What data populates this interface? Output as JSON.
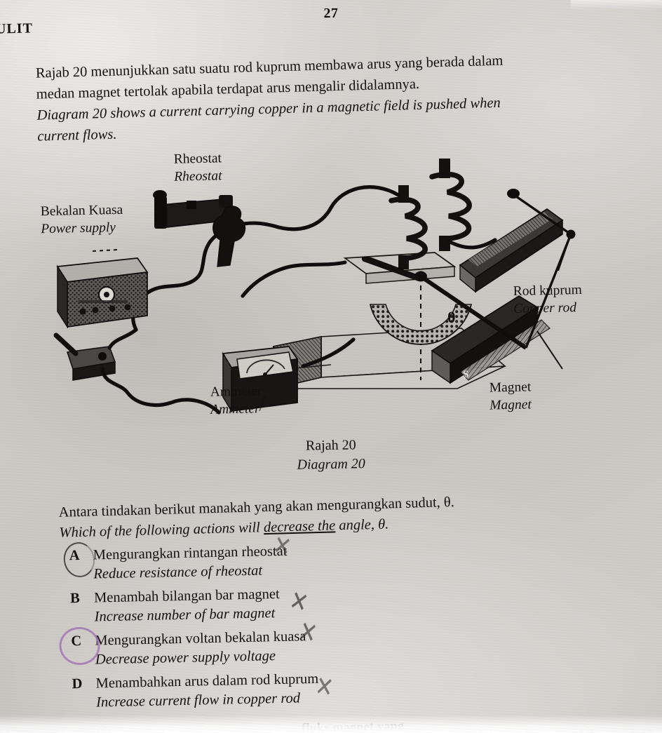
{
  "page": {
    "page_number": "27",
    "confidential_marker": "ULIT",
    "bottom_bleed_text": "fluks magnet yang"
  },
  "stem": {
    "malay_line1": "Rajab 20  menunjukkan satu suatu rod kuprum membawa arus yang berada dalam",
    "malay_line2": "medan magnet tertolak apabila terdapat arus mengalir didalamnya.",
    "english_line1": "Diagram 20 shows a current carrying copper in a magnetic field is pushed when",
    "english_line2": "current flows."
  },
  "diagram": {
    "caption_malay": "Rajah 20",
    "caption_english": "Diagram 20",
    "angle_symbol": "θ",
    "south_pole_label": "S",
    "labels": [
      {
        "malay": "Rheostat",
        "english": "Rheostat"
      },
      {
        "malay": "Bekalan Kuasa",
        "english": "Power supply"
      },
      {
        "malay": "Rod kuprum",
        "english": "Copper rod"
      },
      {
        "malay": "Magnet",
        "english": "Magnet"
      },
      {
        "malay": "Ammeter",
        "english": "Ammeter"
      }
    ]
  },
  "question": {
    "malay": "Antara tindakan berikut manakah yang akan mengurangkan sudut, θ.",
    "english_prefix": "Which of the following actions will ",
    "english_underlined": "decrease the",
    "english_suffix": " angle, θ."
  },
  "options": [
    {
      "key": "A",
      "malay": "Mengurangkan rintangan rheostat",
      "english": "Reduce resistance of rheostat",
      "annotation": "pencil-circle"
    },
    {
      "key": "B",
      "malay": "Menambah bilangan bar magnet",
      "english": "Increase number of bar magnet",
      "annotation": "none"
    },
    {
      "key": "C",
      "malay": "Mengurangkan voltan bekalan kuasa",
      "english": "Decrease power supply voltage",
      "annotation": "purple-circle"
    },
    {
      "key": "D",
      "malay": "Menambahkan arus dalam rod kuprum",
      "english": "Increase current flow in copper rod",
      "annotation": "none"
    }
  ],
  "colors": {
    "paper": "#cfccc7",
    "ink": "#13110f",
    "purple_annotation": "#a272b4",
    "pencil_annotation": "#2d2a28"
  }
}
